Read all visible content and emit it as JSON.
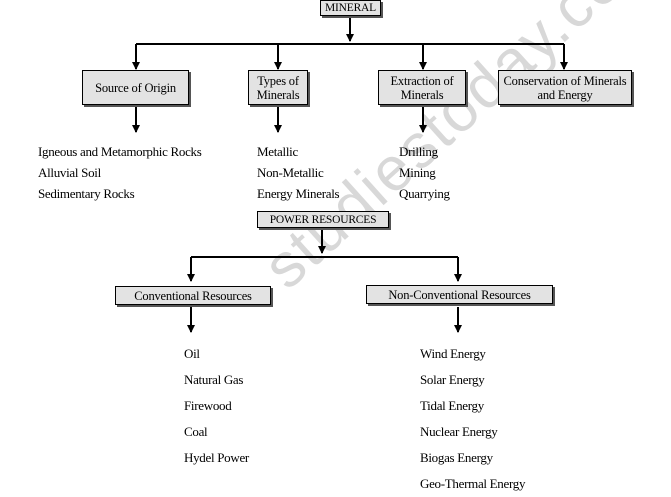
{
  "mineral": {
    "root": "MINERAL",
    "categories": [
      "Source of Origin",
      "Types of Minerals",
      "Extraction of Minerals",
      "Conservation of Minerals and Energy"
    ],
    "source_items": [
      "Igneous and Metamorphic Rocks",
      "Alluvial Soil",
      "Sedimentary Rocks"
    ],
    "type_items": [
      "Metallic",
      "Non-Metallic",
      "Energy Minerals"
    ],
    "extraction_items": [
      "Drilling",
      "Mining",
      "Quarrying"
    ]
  },
  "power": {
    "root": "POWER RESOURCES",
    "categories": [
      "Conventional Resources",
      "Non-Conventional Resources"
    ],
    "conventional_items": [
      "Oil",
      "Natural Gas",
      "Firewood",
      "Coal",
      "Hydel Power"
    ],
    "non_conventional_items": [
      "Wind Energy",
      "Solar Energy",
      "Tidal Energy",
      "Nuclear Energy",
      "Biogas Energy",
      "Geo-Thermal Energy"
    ]
  },
  "watermark": "studiestoday.com",
  "colors": {
    "box_fill": "#e3e3e3",
    "line": "#000000",
    "watermark": "#d8d8d8"
  }
}
